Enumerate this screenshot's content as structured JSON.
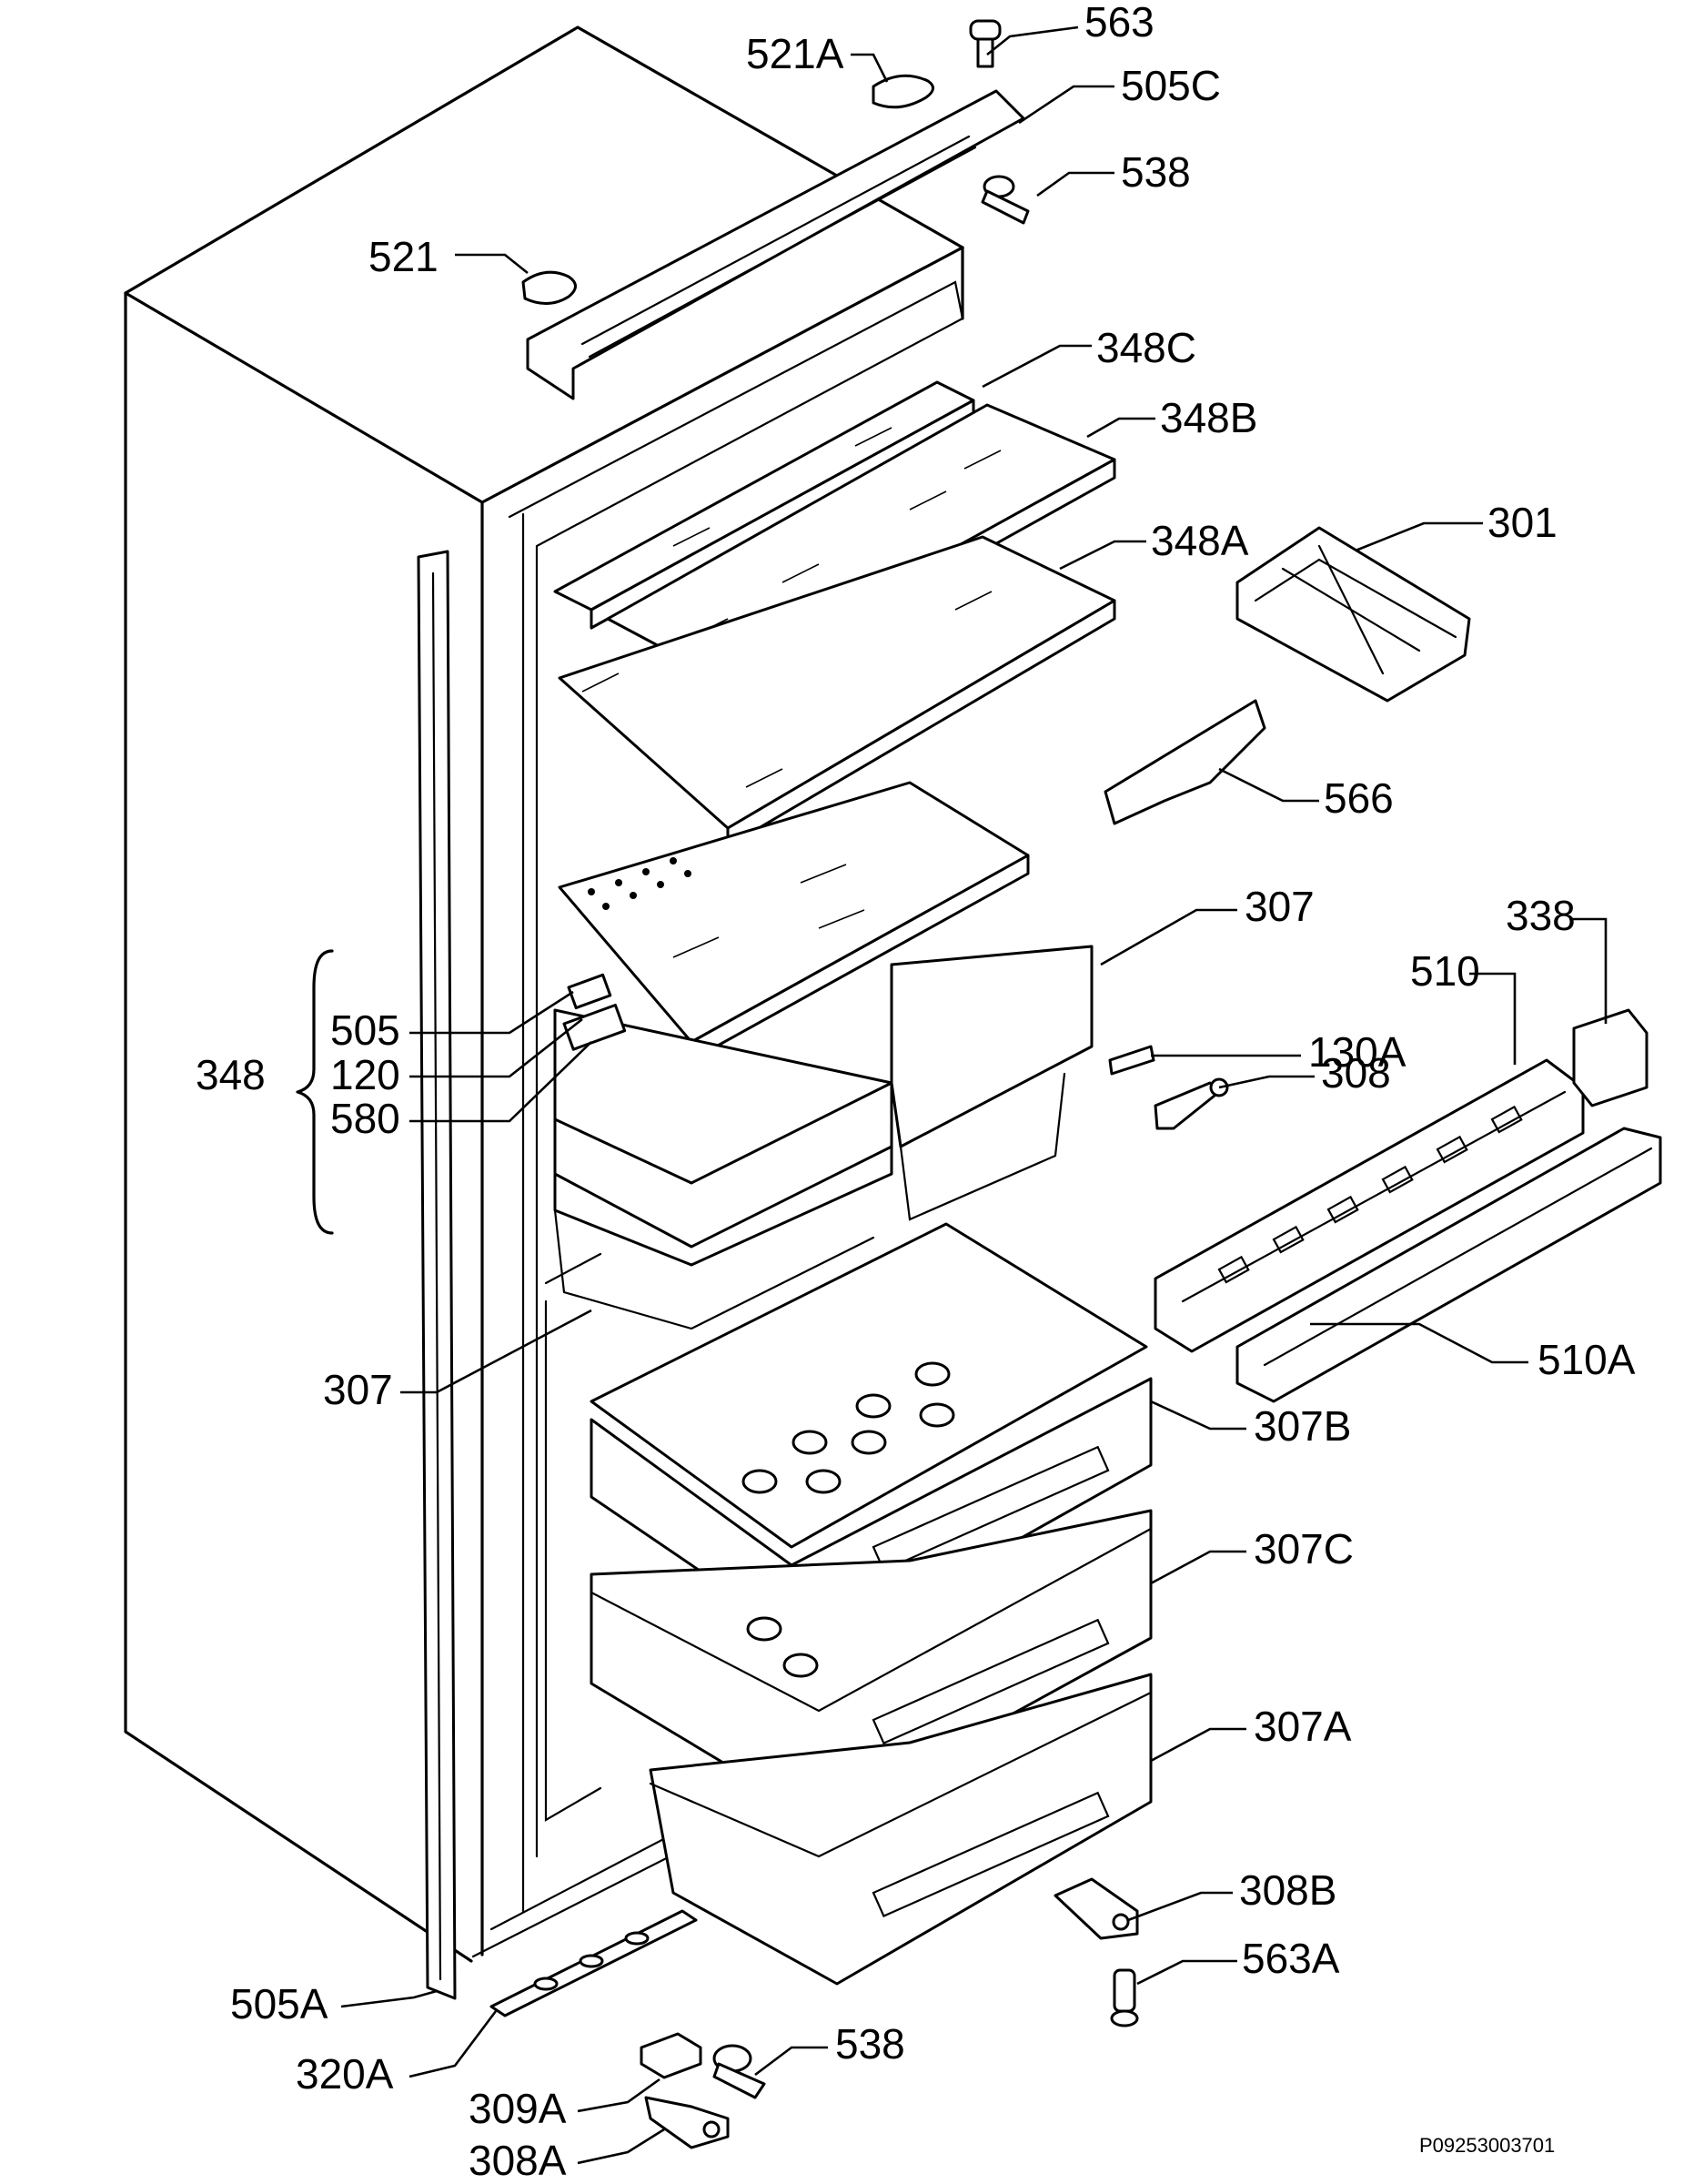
{
  "labels": {
    "l563": "563",
    "l521a": "521A",
    "l505c": "505C",
    "l538top": "538",
    "l521": "521",
    "l348c": "348C",
    "l348b": "348B",
    "l348a": "348A",
    "l301": "301",
    "l566": "566",
    "l307top": "307",
    "l338": "338",
    "l510": "510",
    "l130a": "130A",
    "l308": "308",
    "l348": "348",
    "l505": "505",
    "l120": "120",
    "l580": "580",
    "l307mid": "307",
    "l510a": "510A",
    "l307b": "307B",
    "l307c": "307C",
    "l307a": "307A",
    "l308b": "308B",
    "l563a": "563A",
    "l505a": "505A",
    "l320a": "320A",
    "l309a": "309A",
    "l538bot": "538",
    "l308a": "308A"
  },
  "reference_code": "P09253003701"
}
